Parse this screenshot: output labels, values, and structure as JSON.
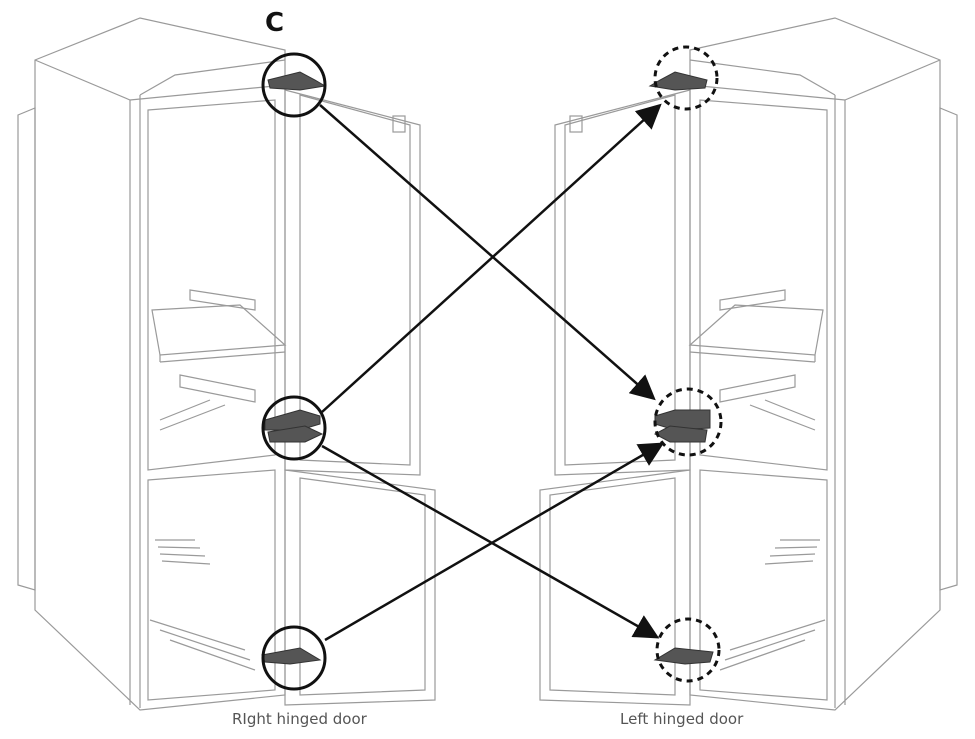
{
  "diagram": {
    "callout_letter": "C",
    "labels": {
      "right_hinged": "RIght hinged door",
      "left_hinged": "Left hinged door"
    },
    "colors": {
      "line": "#333333",
      "light_line": "#9a9a9a",
      "arrow": "#111111",
      "background": "#ffffff"
    },
    "connections": [
      {
        "from": "top-hinge-right",
        "to": "middle-hinge-left"
      },
      {
        "from": "middle-hinge-right",
        "to": "top-hinge-left"
      },
      {
        "from": "middle-hinge-right",
        "to": "bottom-hinge-left"
      },
      {
        "from": "bottom-hinge-right",
        "to": "middle-hinge-left"
      }
    ]
  }
}
